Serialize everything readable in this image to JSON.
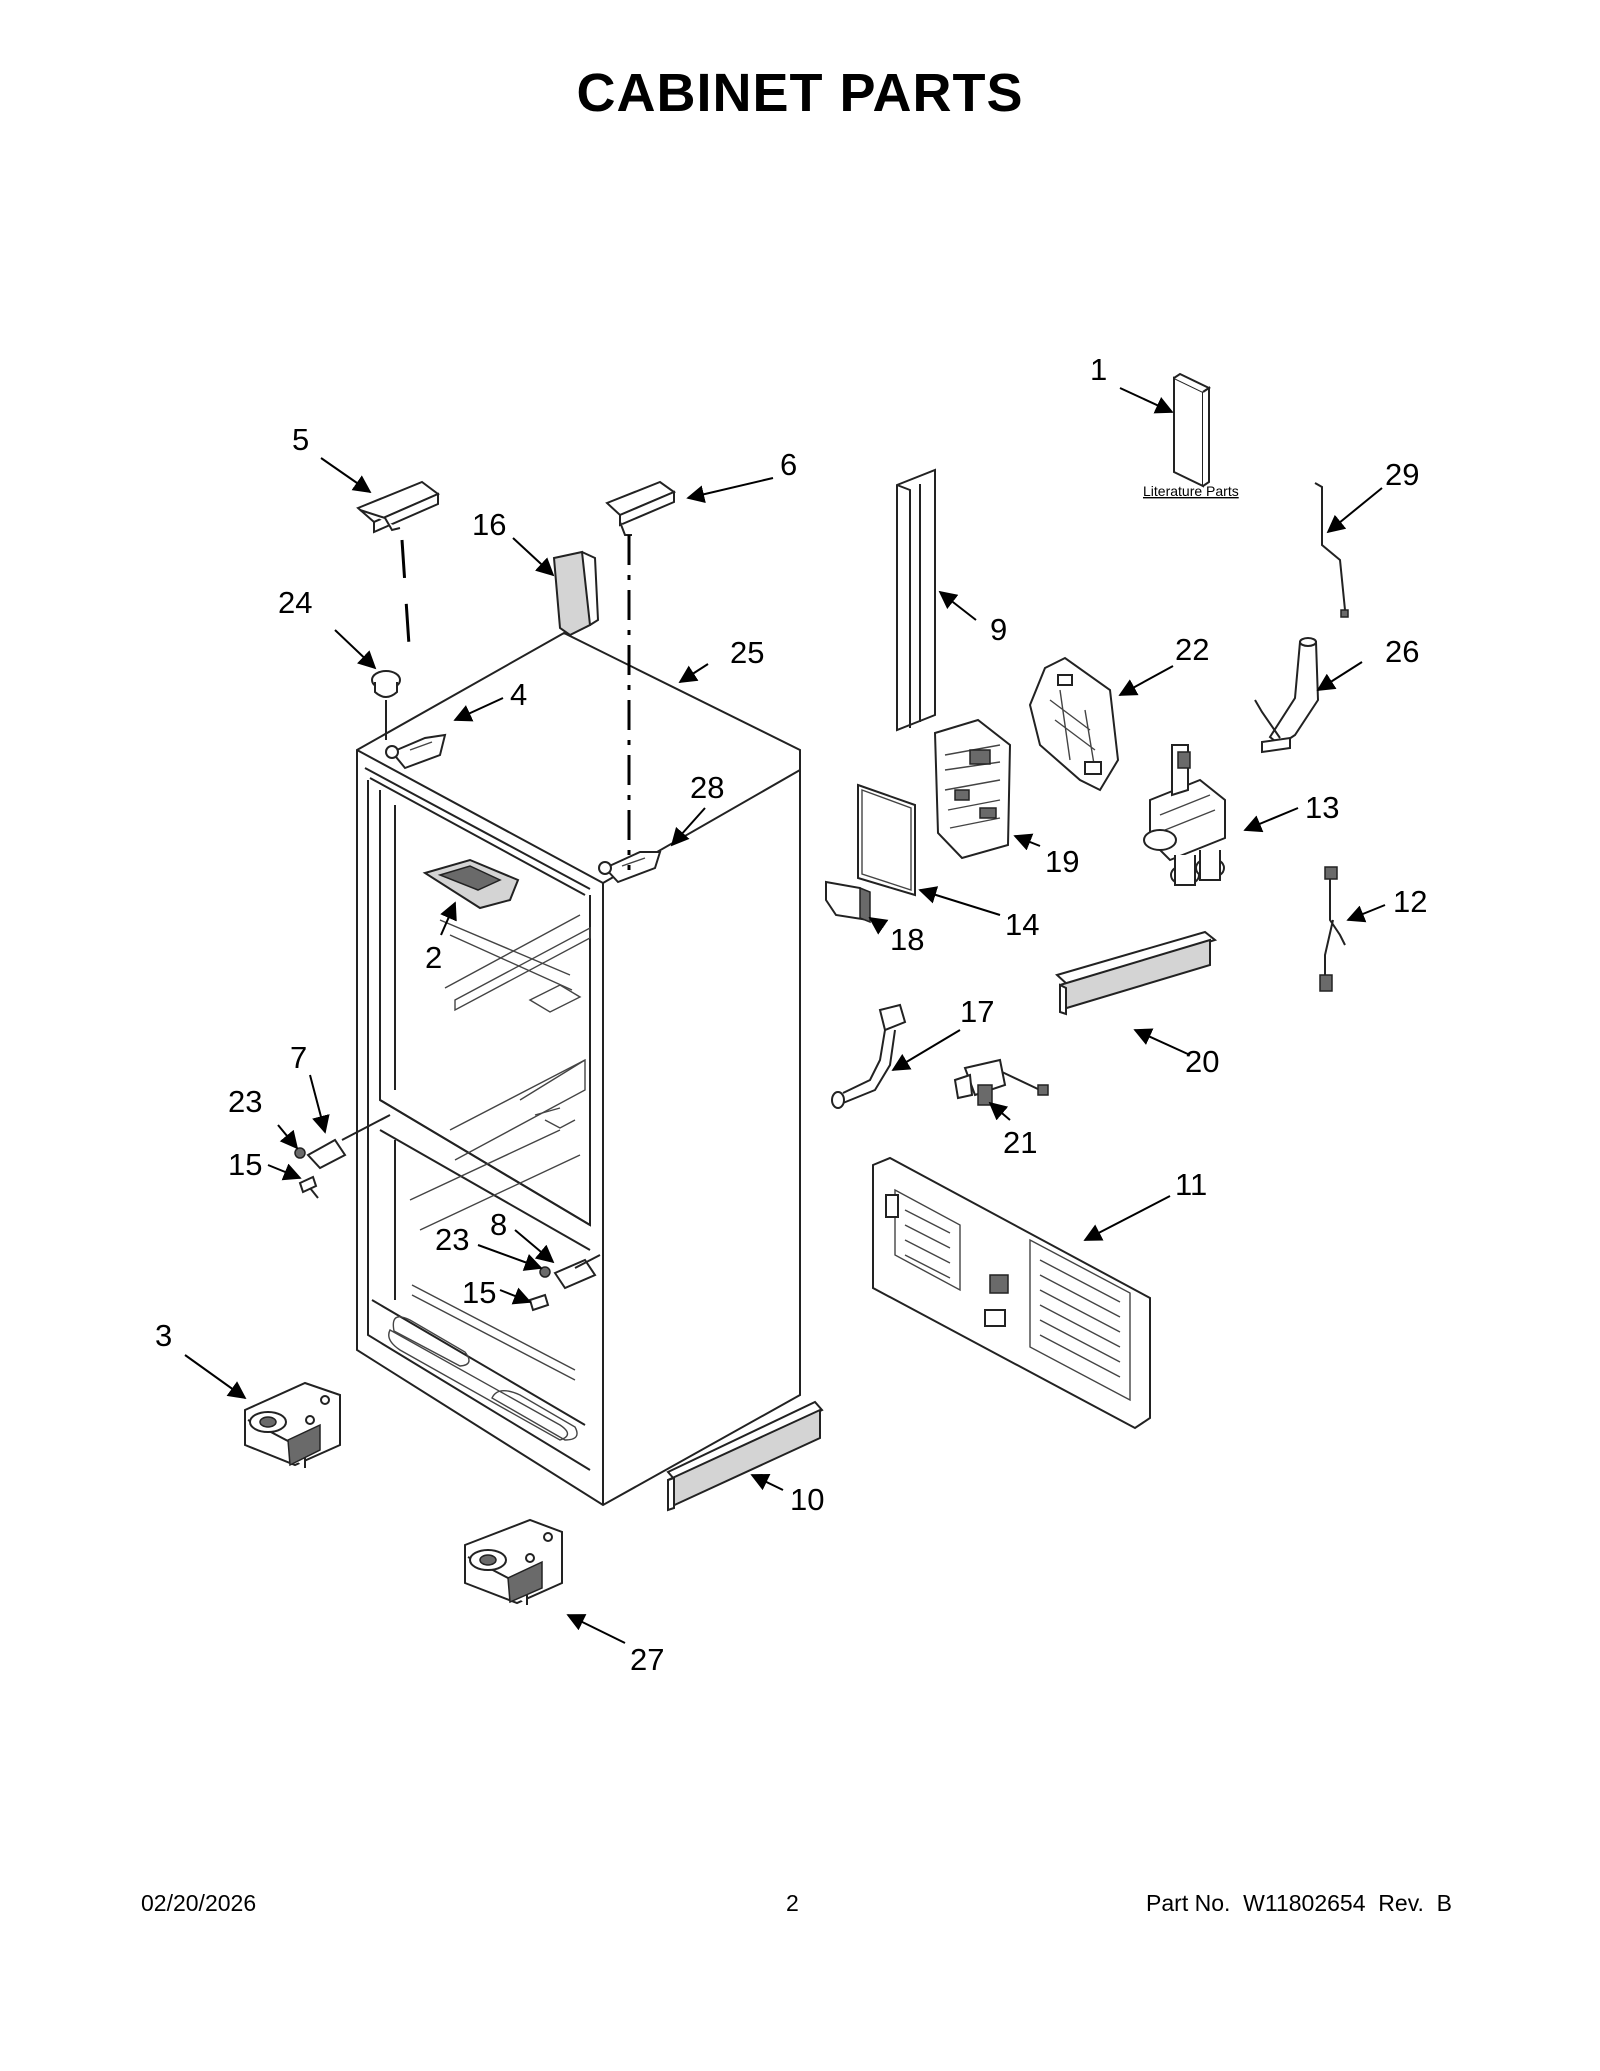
{
  "header": {
    "title": "CABINET PARTS"
  },
  "footer": {
    "date": "02/20/2026",
    "page_number": "2",
    "part_number": "Part No.  W11802654  Rev.  B"
  },
  "literature_label": "Literature Parts",
  "callouts": {
    "c1": "1",
    "c2": "2",
    "c3": "3",
    "c4": "4",
    "c5": "5",
    "c6": "6",
    "c7": "7",
    "c8": "8",
    "c9": "9",
    "c10": "10",
    "c11": "11",
    "c12": "12",
    "c13": "13",
    "c14": "14",
    "c15a": "15",
    "c15b": "15",
    "c16": "16",
    "c17": "17",
    "c18": "18",
    "c19": "19",
    "c20": "20",
    "c21": "21",
    "c22": "22",
    "c23a": "23",
    "c23b": "23",
    "c24": "24",
    "c25": "25",
    "c26": "26",
    "c27": "27",
    "c28": "28",
    "c29": "29"
  }
}
